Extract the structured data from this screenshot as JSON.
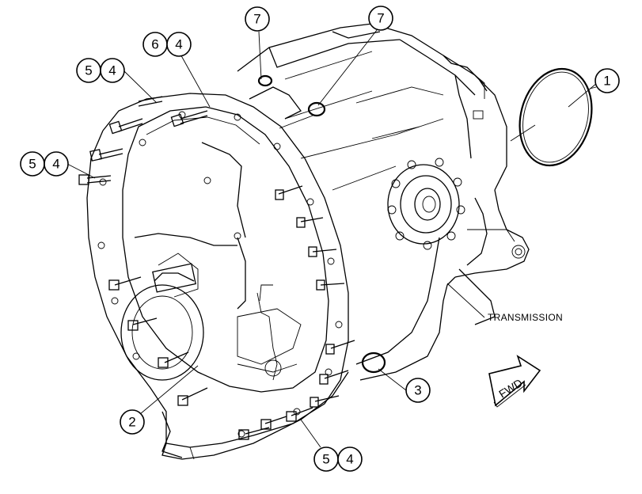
{
  "callouts": {
    "c1": "1",
    "c2": "2",
    "c3": "3",
    "c6a": "6",
    "c4a": "4",
    "c7a": "7",
    "c7b": "7",
    "c5a": "5",
    "c4b": "4",
    "c5b": "5",
    "c4c": "4",
    "c5c": "5",
    "c4d": "4"
  },
  "labels": {
    "transmission": "TRANSMISSION",
    "fwd": "FWD"
  }
}
